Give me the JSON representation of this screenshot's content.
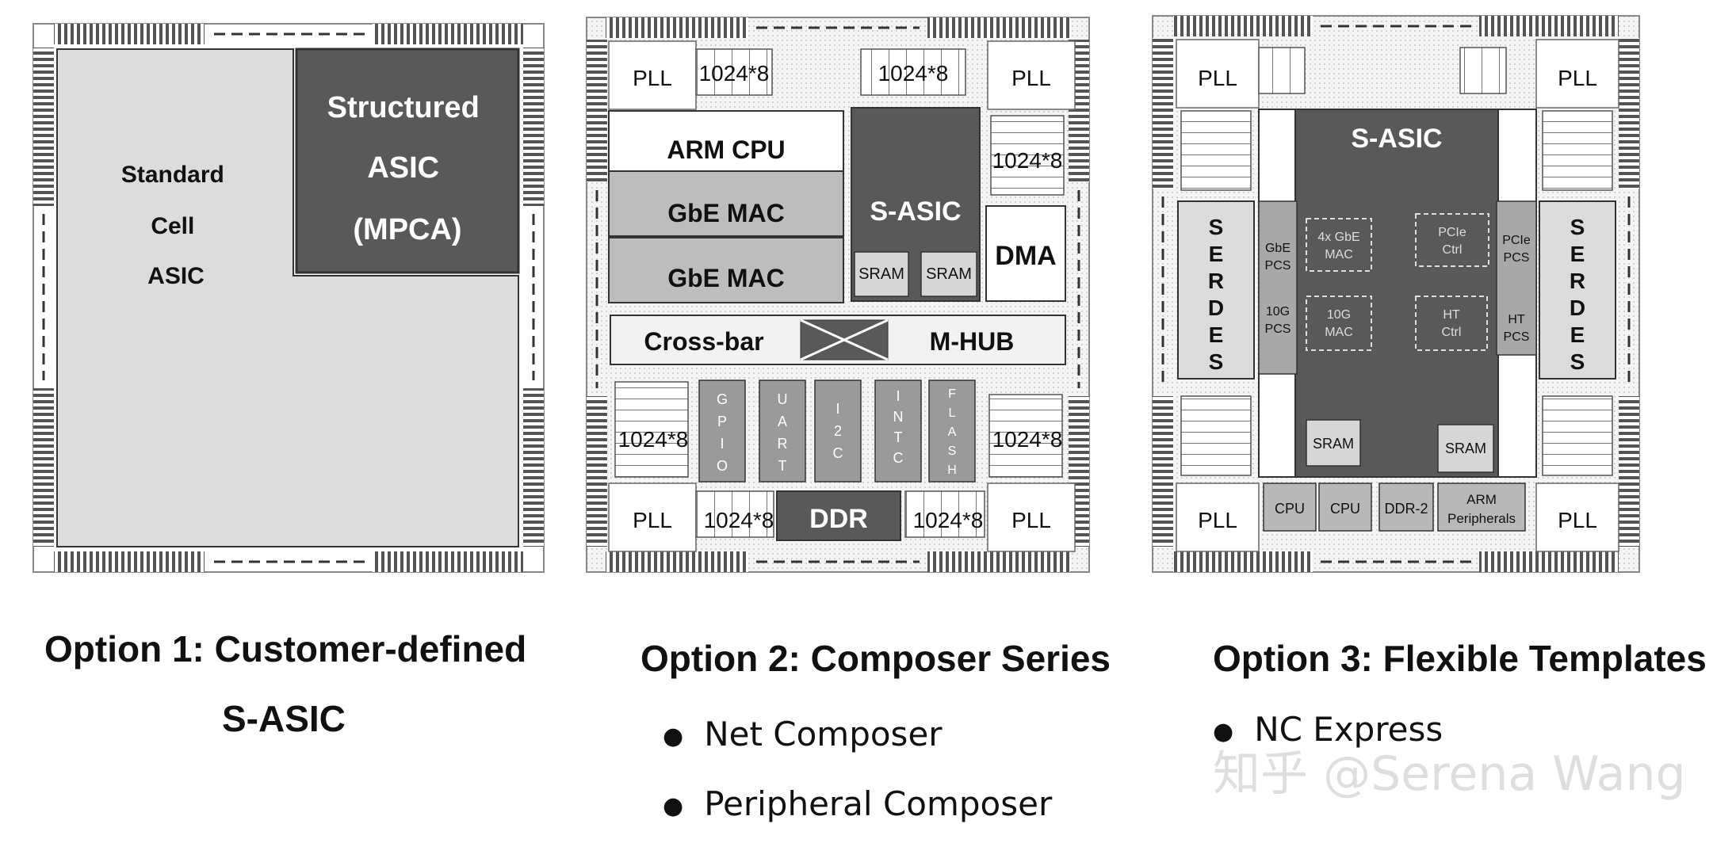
{
  "colors": {
    "dark_block": "#595959",
    "mid_block": "#bdbdbd",
    "light_block": "#dcdcdc",
    "frame": "#f2f2f2",
    "sram": "#d6d6d6"
  },
  "chip1": {
    "standard_cell": [
      "Standard",
      "Cell",
      "ASIC"
    ],
    "structured_asic": [
      "Structured",
      "ASIC",
      "(MPCA)"
    ]
  },
  "chip2": {
    "pll": "PLL",
    "mem": "1024*8",
    "arm_cpu": "ARM CPU",
    "gbe_mac": "GbE MAC",
    "s_asic": "S-ASIC",
    "sram": "SRAM",
    "dma": "DMA",
    "crossbar": "Cross-bar",
    "mhub": "M-HUB",
    "ddr": "DDR",
    "periph": [
      "GPIO",
      "UART",
      "I2C",
      "INTC",
      "FLASH"
    ]
  },
  "chip3": {
    "pll": "PLL",
    "s_asic": "S-ASIC",
    "serdes": "SERDES",
    "gbe_pcs": [
      "GbE",
      "PCS"
    ],
    "g10_pcs": [
      "10G",
      "PCS"
    ],
    "pcie_pcs": [
      "PCIe",
      "PCS"
    ],
    "ht_pcs": [
      "HT",
      "PCS"
    ],
    "gbe4_mac": [
      "4x GbE",
      "MAC"
    ],
    "g10_mac": [
      "10G",
      "MAC"
    ],
    "pcie_ctrl": [
      "PCIe",
      "Ctrl"
    ],
    "ht_ctrl": [
      "HT",
      "Ctrl"
    ],
    "sram": "SRAM",
    "cpu": "CPU",
    "ddr2": "DDR-2",
    "arm_periph": [
      "ARM",
      "Peripherals"
    ]
  },
  "captions": {
    "opt1_line1": "Option 1: Customer-defined",
    "opt1_line2": "S-ASIC",
    "opt2": "Option 2: Composer Series",
    "opt2_bullets": [
      "Net Composer",
      "Peripheral Composer"
    ],
    "opt3": "Option 3: Flexible Templates",
    "opt3_bullets": [
      "NC Express"
    ]
  },
  "watermark": "知乎 @Serena Wang"
}
